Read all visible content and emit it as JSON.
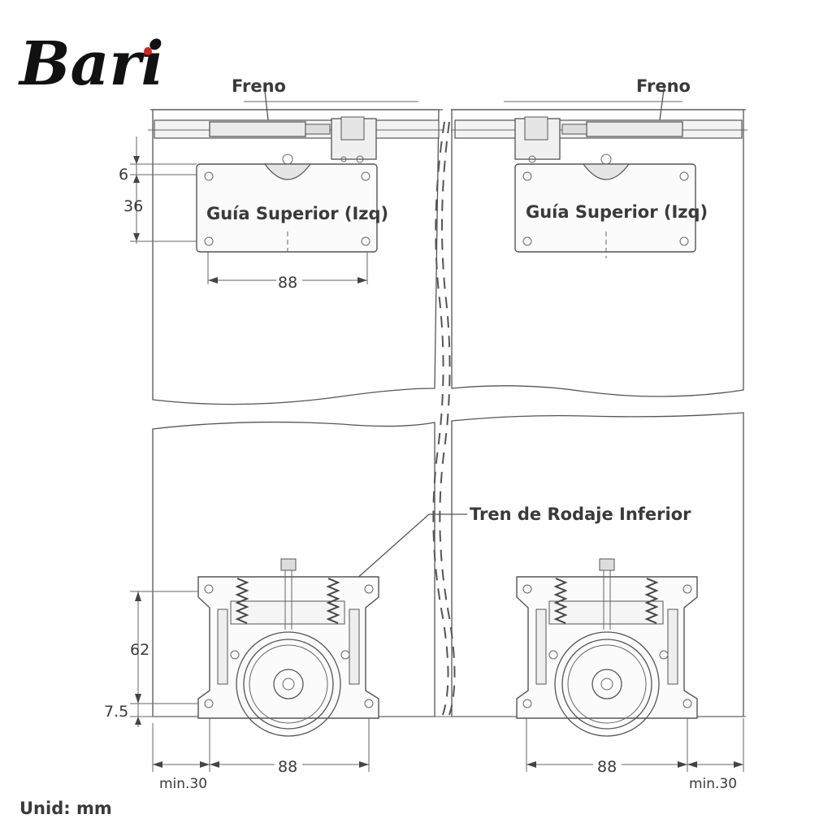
{
  "brand": {
    "logo_text": "Bari",
    "dot_color": "#e0201c"
  },
  "labels": {
    "brake_left": "Freno",
    "brake_right": "Freno",
    "top_guide_left": "Guía Superior (Izq)",
    "top_guide_right": "Guía Superior (Izq)",
    "bottom_roller": "Tren de Rodaje Inferior",
    "unit": "Unid: mm"
  },
  "dimensions": {
    "top_offset": "6",
    "top_height": "36",
    "top_width_left": "88",
    "bottom_height": "62",
    "bottom_offset": "7.5",
    "bottom_width_left": "88",
    "bottom_width_right": "88",
    "min_left": "min.30",
    "min_right": "min.30"
  }
}
